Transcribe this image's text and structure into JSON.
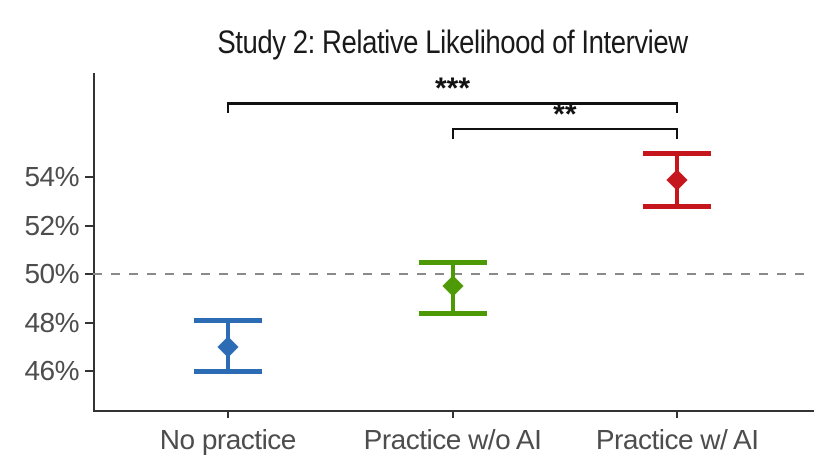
{
  "chart_data": {
    "type": "pointrange",
    "title": "Study 2: Relative Likelihood of Interview",
    "xlabel": "",
    "ylabel": "",
    "categories": [
      "No practice",
      "Practice w/o AI",
      "Practice w/ AI"
    ],
    "series": [
      {
        "name": "No practice",
        "mean": 47.0,
        "ci_low": 46.0,
        "ci_high": 48.1,
        "color": "#2B6CB4"
      },
      {
        "name": "Practice w/o AI",
        "mean": 49.5,
        "ci_low": 48.4,
        "ci_high": 50.5,
        "color": "#4E9A06"
      },
      {
        "name": "Practice w/ AI",
        "mean": 53.9,
        "ci_low": 52.8,
        "ci_high": 55.0,
        "color": "#C4161C"
      }
    ],
    "yticks": [
      {
        "value": 46,
        "label": "46%"
      },
      {
        "value": 48,
        "label": "48%"
      },
      {
        "value": 50,
        "label": "50%"
      },
      {
        "value": 52,
        "label": "52%"
      },
      {
        "value": 54,
        "label": "54%"
      }
    ],
    "ylim": [
      44.4,
      58.3
    ],
    "reference_line": {
      "y": 50,
      "style": "dashed",
      "color": "#8A8A8A"
    },
    "significance": [
      {
        "from": 0,
        "to": 2,
        "label": "***",
        "y": 57.1
      },
      {
        "from": 1,
        "to": 2,
        "label": "**",
        "y": 56.05
      }
    ],
    "grid": false,
    "legend": "none",
    "marker": "diamond",
    "axis_color": "#333333",
    "text_color": "#4D4D4D"
  }
}
